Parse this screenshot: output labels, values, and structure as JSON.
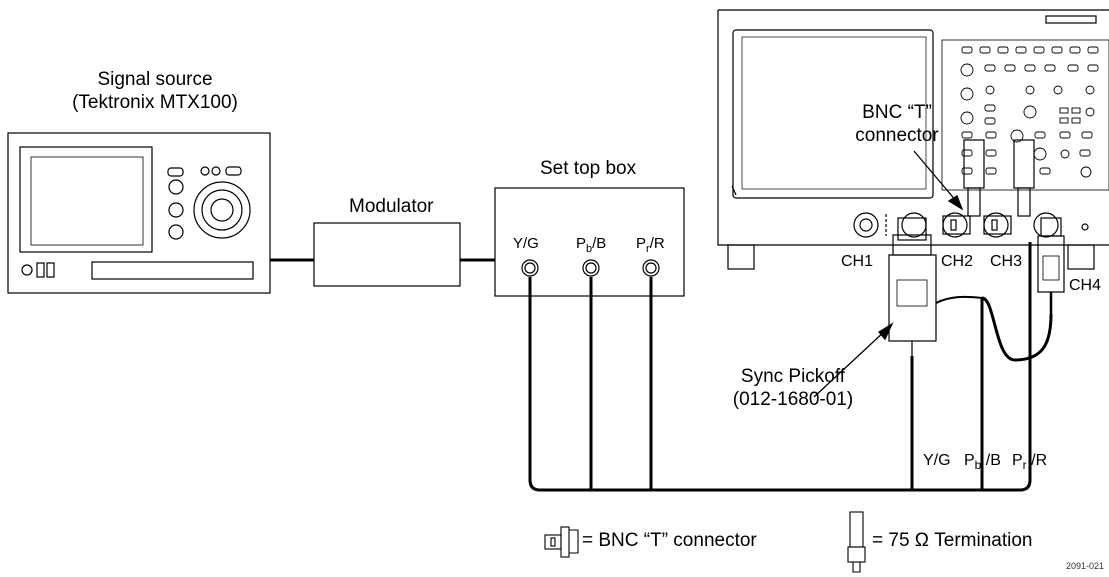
{
  "labels": {
    "signal_source_line1": "Signal source",
    "signal_source_line2": "(Tektronix MTX100)",
    "modulator": "Modulator",
    "set_top_box": "Set top box",
    "bnc_t_line1": "BNC “T”",
    "bnc_t_line2": "connector",
    "ch1": "CH1",
    "ch2": "CH2",
    "ch3": "CH3",
    "ch4": "CH4",
    "sync_pickoff_line1": "Sync Pickoff",
    "sync_pickoff_line2": "(012-1680-01)",
    "figure_id": "2091-021"
  },
  "stb_ports": {
    "yg": "Y/G",
    "pb_main": "P",
    "pb_sub": "b",
    "pb_tail": "/B",
    "pr_main": "P",
    "pr_sub": "r",
    "pr_tail": "/R"
  },
  "cable_labels": {
    "yg": "Y/G",
    "pb_main": "P",
    "pb_sub": "b",
    "pb_tail": " /B",
    "pr_main": "P",
    "pr_sub": "r",
    "pr_tail": " /R"
  },
  "legend": {
    "bnc_t": "= BNC “T” connector",
    "termination": "= 75 Ω Termination"
  }
}
